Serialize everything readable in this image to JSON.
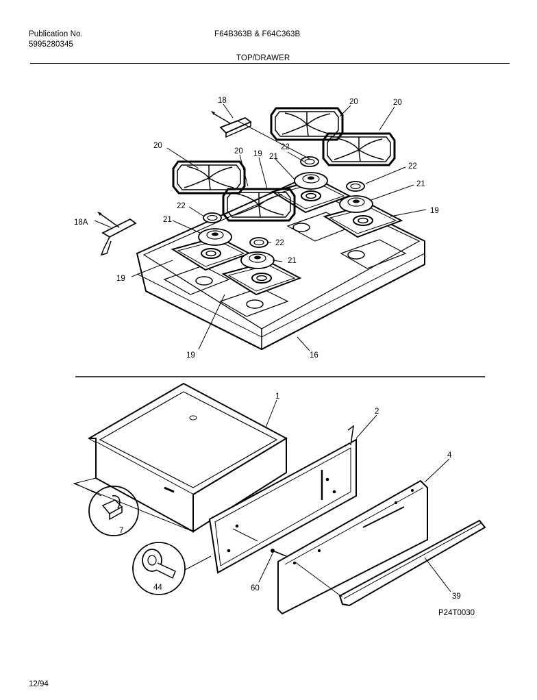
{
  "header": {
    "publication_label": "Publication No.",
    "publication_number": "5995280345",
    "models": "F64B363B & F64C363B",
    "section_title": "TOP/DRAWER"
  },
  "callouts": {
    "c18": "18",
    "c18a": "18A",
    "c20a": "20",
    "c20b": "20",
    "c20c": "20",
    "c20d": "20",
    "c19a": "19",
    "c19b": "19",
    "c19c": "19",
    "c19d": "19",
    "c21a": "21",
    "c21b": "21",
    "c21c": "21",
    "c21d": "21",
    "c22a": "22",
    "c22b": "22",
    "c22c": "22",
    "c22d": "22",
    "c16": "16",
    "c1": "1",
    "c2": "2",
    "c4": "4",
    "c7": "7",
    "c44": "44",
    "c60": "60",
    "c39": "39"
  },
  "footer": {
    "drawing_code": "P24T0030",
    "date": "12/94"
  }
}
